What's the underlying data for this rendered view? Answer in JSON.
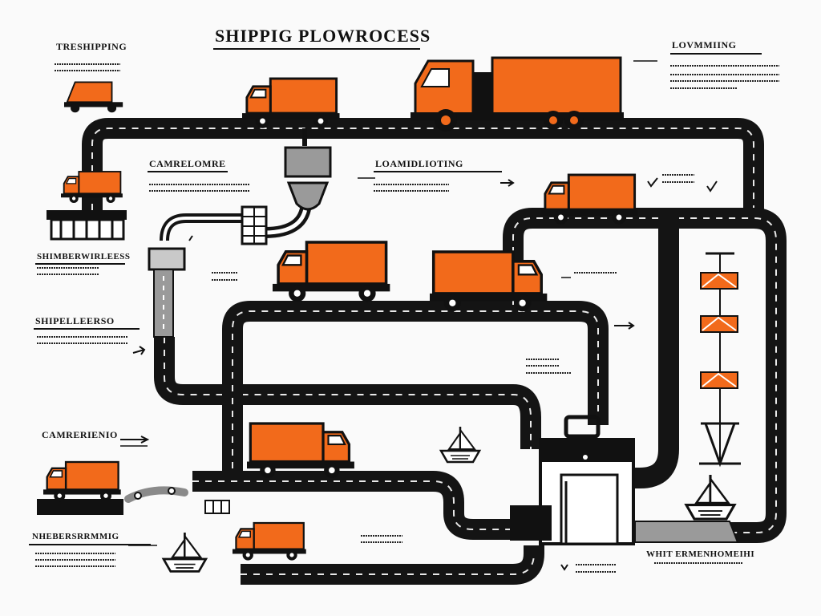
{
  "title": "SHIPPIG PLOWROCESS",
  "labels": {
    "l1": "TRESHIPPING",
    "l2": "LOVMMIING",
    "l3": "CAMRELOMRE",
    "l4": "LOAMIDLIOTING",
    "l5": "SHIMBERWIRLEESS",
    "l6": "SHIPELLEERSO",
    "l7": "CAMRERIENIO",
    "l8": "NHEBERSRRMMIG",
    "l9": "WHIT ERMENHOMEIHI"
  },
  "colors": {
    "truck": "#f26a1b",
    "road": "#141414",
    "dash": "#e9e9e9",
    "ink": "#111111",
    "gray": "#9a9a9a"
  }
}
